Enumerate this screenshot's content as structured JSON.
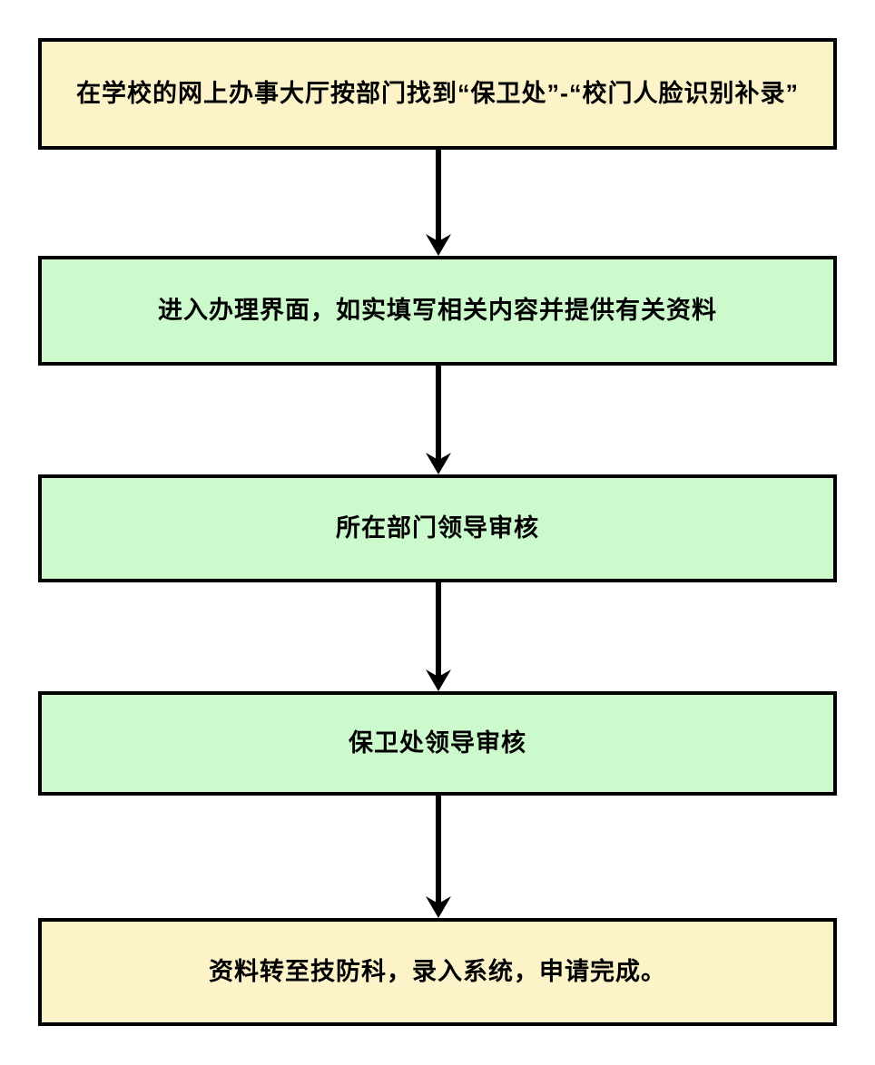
{
  "flowchart": {
    "steps": [
      {
        "text": "在学校的网上办事大厅按部门找到“保卫处”-“校门人脸识别补录”",
        "fill": "#fdf3c9"
      },
      {
        "text": "进入办理界面，如实填写相关内容并提供有关资料",
        "fill": "#ccfacc"
      },
      {
        "text": "所在部门领导审核",
        "fill": "#ccfacc"
      },
      {
        "text": "保卫处领导审核",
        "fill": "#ccfacc"
      },
      {
        "text": "资料转至技防科，录入系统，申请完成。",
        "fill": "#fdf3c9"
      }
    ],
    "connector": {
      "style": "solid-down-arrow",
      "color": "#000000",
      "count": 4
    },
    "colors": {
      "box_border": "#000000",
      "step_yellow": "#fdf3c9",
      "step_green": "#ccfacc",
      "text": "#000000",
      "background": "#ffffff"
    }
  }
}
